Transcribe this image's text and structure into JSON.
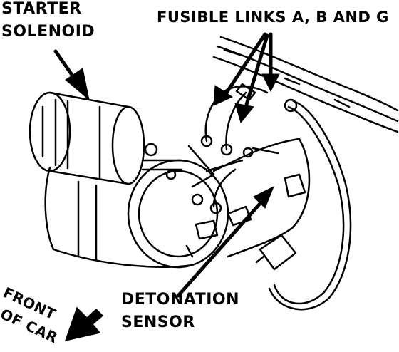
{
  "labels": {
    "starter_solenoid": [
      "STARTER",
      "SOLENOID"
    ],
    "fusible_links": "FUSIBLE LINKS A, B AND G",
    "detonation_sensor": [
      "DETONATION",
      "SENSOR"
    ],
    "front_of_car": [
      "FRONT",
      "OF CAR"
    ]
  },
  "colors": {
    "ink": "#000000",
    "paper": "#ffffff"
  }
}
